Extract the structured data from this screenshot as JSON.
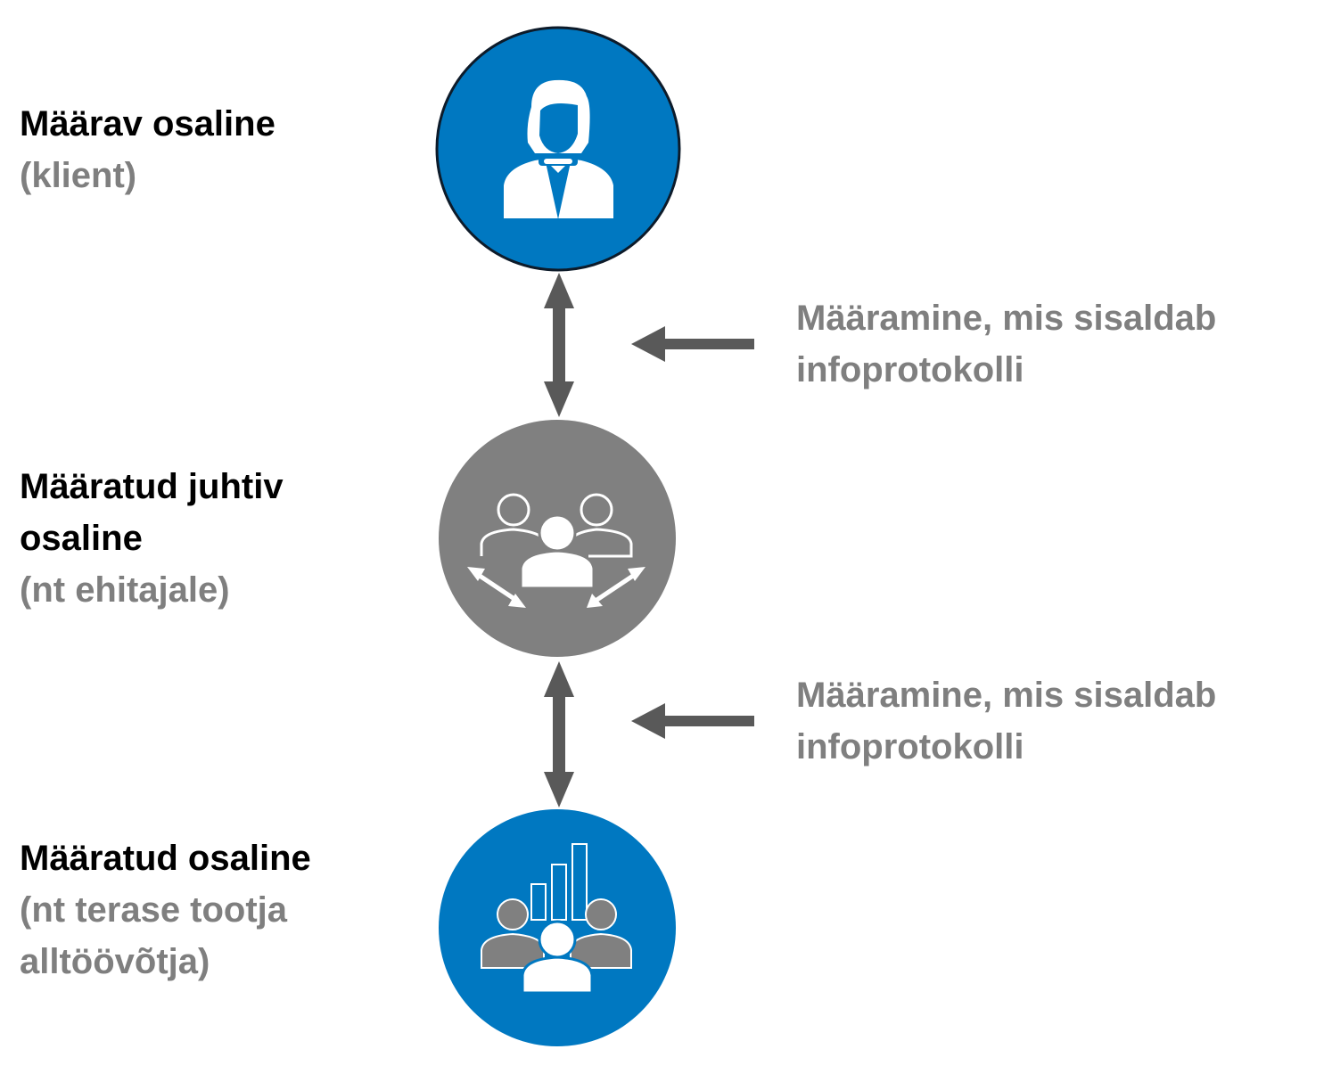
{
  "nodes": [
    {
      "title": "Määrav osaline",
      "subtitle": "(klient)",
      "color": "#0078c1",
      "icon": "woman-user-icon"
    },
    {
      "title": "Määratud juhtiv osaline",
      "subtitle": "(nt ehitajale)",
      "color": "#808080",
      "icon": "team-collaboration-icon"
    },
    {
      "title": "Määratud osaline",
      "subtitle": "(nt terase tootja alltöövõtja)",
      "color": "#0078c1",
      "icon": "team-chart-icon"
    }
  ],
  "notes": [
    "Määramine, mis sisaldab infoprotokolli",
    "Määramine, mis sisaldab infoprotokolli"
  ],
  "colors": {
    "arrow": "#595959",
    "text_gray": "#7f7f7f",
    "text_black": "#000000",
    "blue": "#0078c1",
    "gray": "#808080"
  }
}
